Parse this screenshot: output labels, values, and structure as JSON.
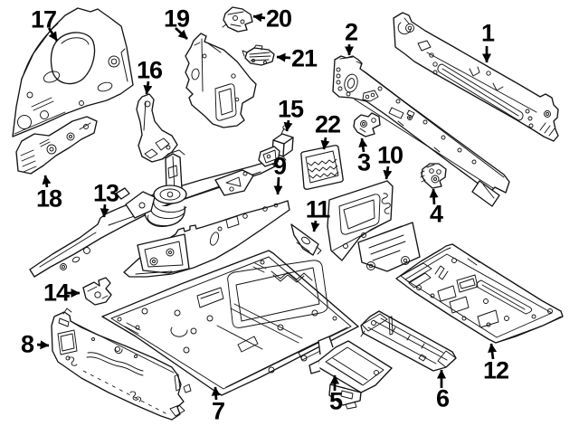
{
  "figure": {
    "kind": "exploded-parts-line-diagram",
    "background_color": "#ffffff",
    "line_color": "#141414",
    "label_color": "#000000",
    "callout_count": "22"
  },
  "callouts": [
    {
      "id": 1,
      "label": "1"
    },
    {
      "id": 2,
      "label": "2"
    },
    {
      "id": 3,
      "label": "3"
    },
    {
      "id": 4,
      "label": "4"
    },
    {
      "id": 5,
      "label": "5"
    },
    {
      "id": 6,
      "label": "6"
    },
    {
      "id": 7,
      "label": "7"
    },
    {
      "id": 8,
      "label": "8"
    },
    {
      "id": 9,
      "label": "9"
    },
    {
      "id": 10,
      "label": "10"
    },
    {
      "id": 11,
      "label": "11"
    },
    {
      "id": 12,
      "label": "12"
    },
    {
      "id": 13,
      "label": "13"
    },
    {
      "id": 14,
      "label": "14"
    },
    {
      "id": 15,
      "label": "15"
    },
    {
      "id": 16,
      "label": "16"
    },
    {
      "id": 17,
      "label": "17"
    },
    {
      "id": 18,
      "label": "18"
    },
    {
      "id": 19,
      "label": "19"
    },
    {
      "id": 20,
      "label": "20"
    },
    {
      "id": 21,
      "label": "21"
    },
    {
      "id": 22,
      "label": "22"
    }
  ]
}
